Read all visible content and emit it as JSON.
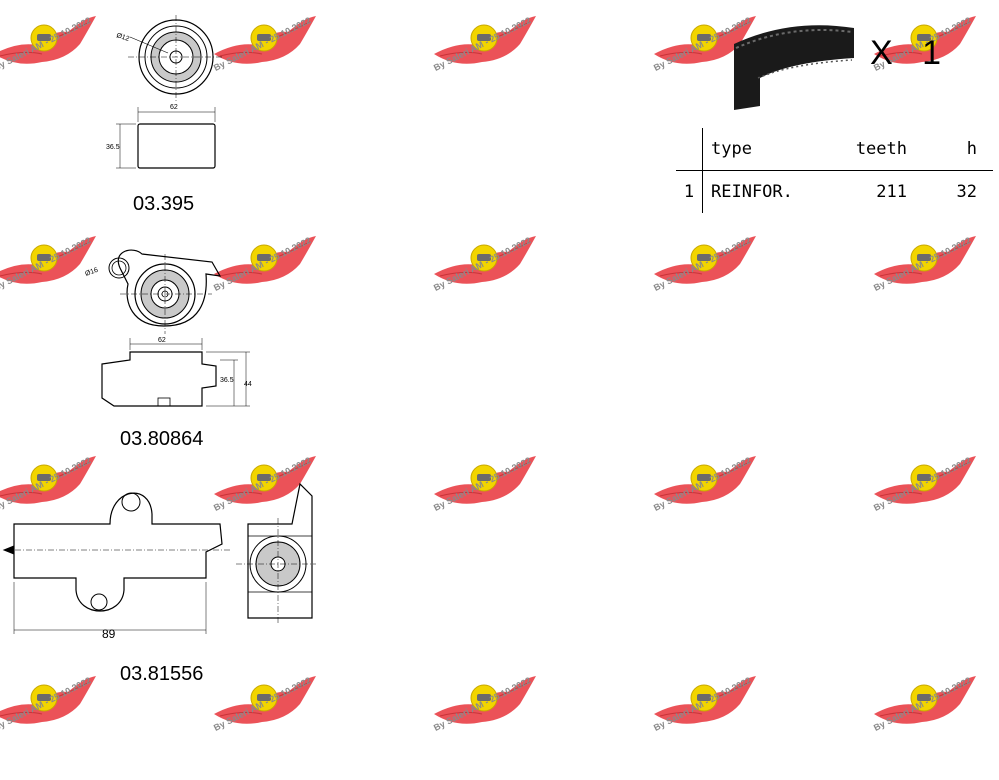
{
  "watermark": {
    "text": "By Saleri AM - 25.10.2022",
    "logo_color": "#e8343b",
    "badge_color": "#f2d500"
  },
  "parts": [
    {
      "code": "03.395",
      "dims": {
        "diameter": "Ø12",
        "width": "62",
        "height": "36.5"
      }
    },
    {
      "code": "03.80864",
      "dims": {
        "diameter": "Ø16",
        "width": "62",
        "height": "36.5",
        "total_height": "44"
      }
    },
    {
      "code": "03.81556",
      "dims": {
        "length": "89"
      }
    }
  ],
  "belt": {
    "quantity": "X 1",
    "table": {
      "headers": [
        "",
        "type",
        "teeth",
        "h"
      ],
      "rows": [
        [
          "1",
          "REINFOR.",
          "211",
          "32"
        ]
      ]
    }
  }
}
